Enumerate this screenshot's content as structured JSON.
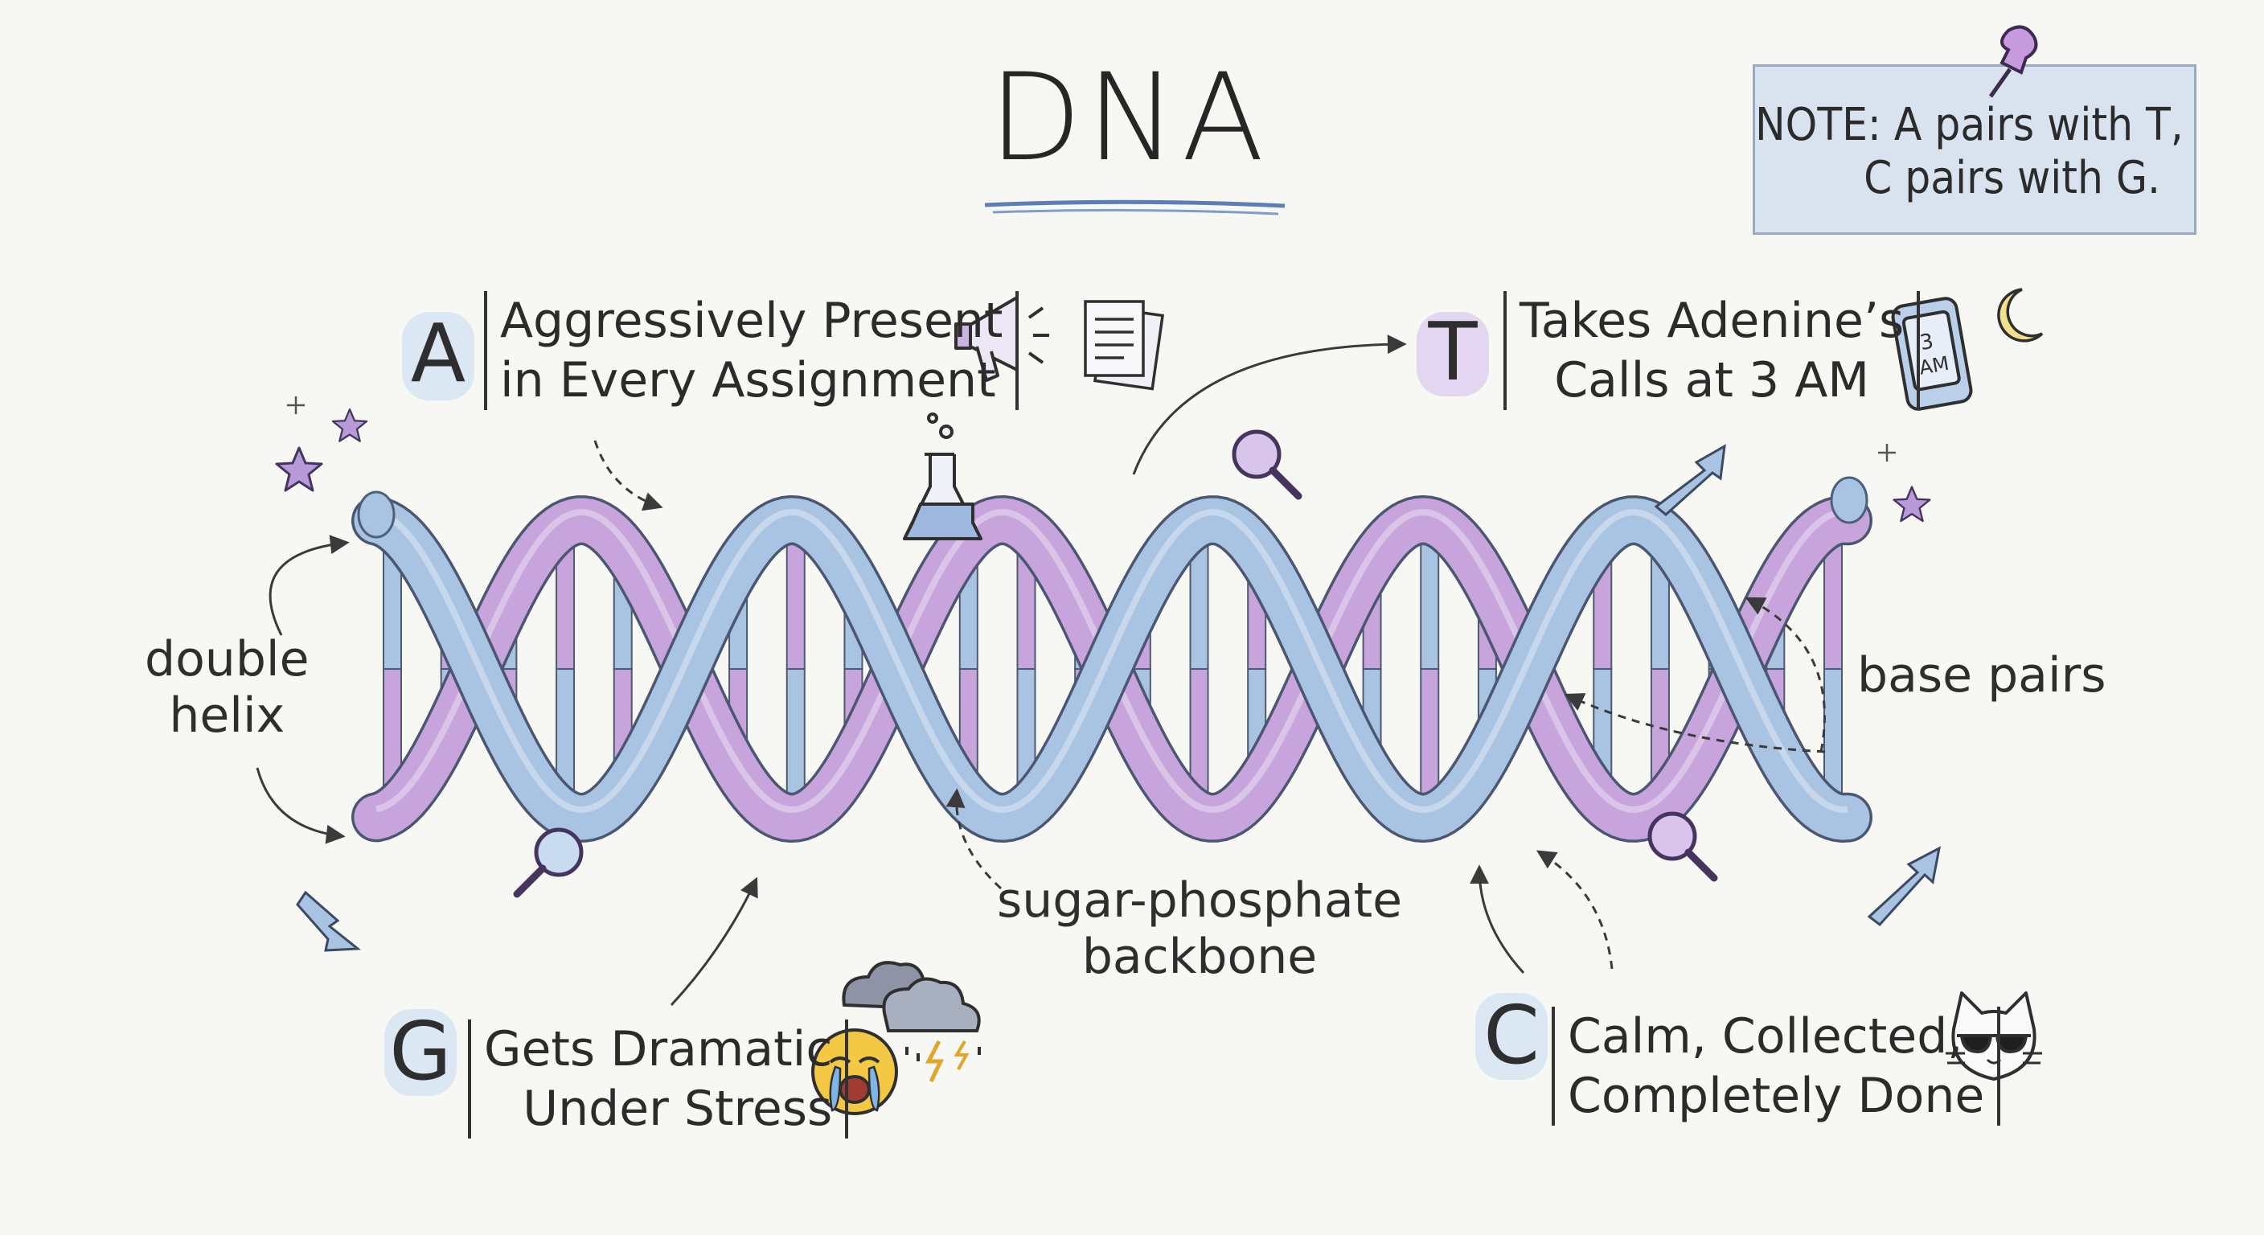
{
  "title": "DNA",
  "note": {
    "line1": "NOTE: A pairs with T,",
    "line2": "C pairs with G."
  },
  "bases": {
    "A": {
      "letter": "A",
      "line1": "Aggressively Present",
      "line2": "in Every Assignment"
    },
    "T": {
      "letter": "T",
      "line1": "Takes Adenine’s",
      "line2": "Calls at 3 AM"
    },
    "G": {
      "letter": "G",
      "line1": "Gets Dramatic",
      "line2": "Under Stress"
    },
    "C": {
      "letter": "C",
      "line1": "Calm, Collected,",
      "line2": "Completely Done"
    }
  },
  "labels": {
    "double_helix_1": "double",
    "double_helix_2": "helix",
    "base_pairs": "base pairs",
    "backbone_1": "sugar-phosphate",
    "backbone_2": "backbone",
    "phone_text_1": "3",
    "phone_text_2": "AM"
  },
  "colors": {
    "blue_strand": "#a9c3e3",
    "purple_strand": "#c7a5dc",
    "note_bg": "#d9e3f0",
    "accent_purple": "#9d7cc4"
  },
  "icons": [
    "megaphone-icon",
    "documents-icon",
    "flask-icon",
    "magnifier-icon",
    "phone-icon",
    "moon-icon",
    "star-icon",
    "crying-face-icon",
    "storm-cloud-icon",
    "cool-cat-icon",
    "arrow-icon"
  ]
}
